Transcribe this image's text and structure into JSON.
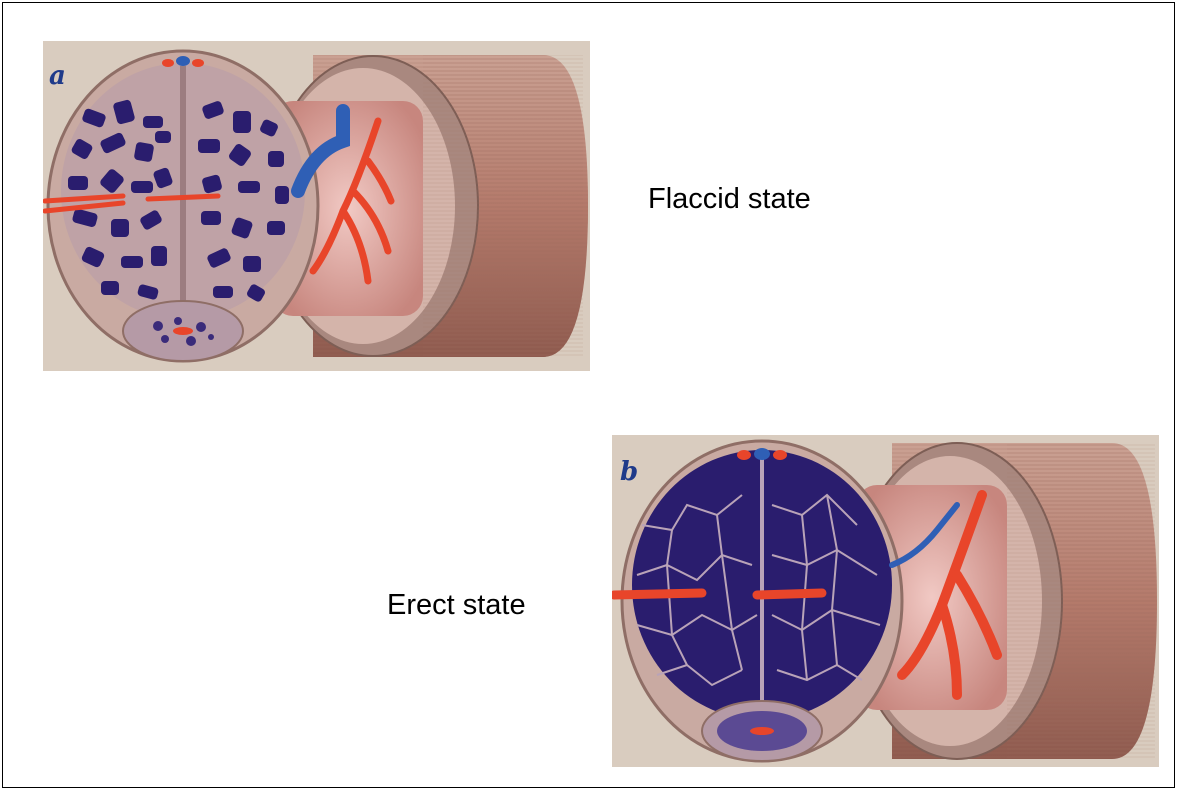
{
  "panels": {
    "a": {
      "letter": "a",
      "caption": "Flaccid state"
    },
    "b": {
      "letter": "b",
      "caption": "Erect state"
    }
  },
  "colors": {
    "background": "#d9ccbf",
    "sinusoid_dark": "#2a1d6e",
    "tissue_pink": "#c9a3a6",
    "tunica": "#bf9d96",
    "artery": "#e8452a",
    "vein": "#2f5fb5",
    "sleeve": "#b07868"
  }
}
